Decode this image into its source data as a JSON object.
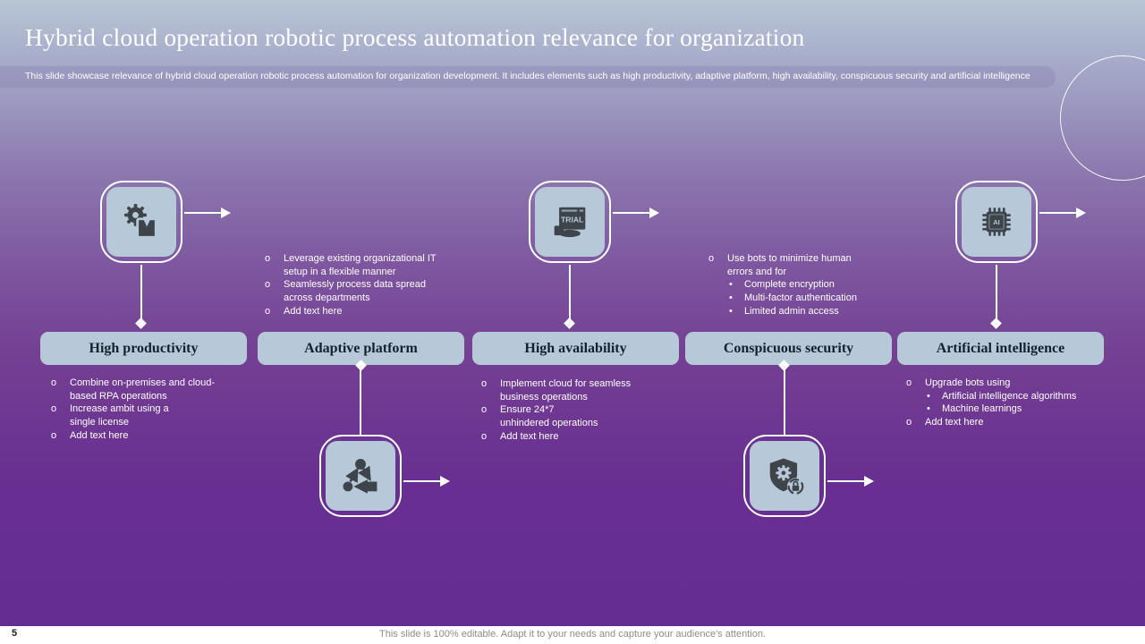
{
  "slide": {
    "title": "Hybrid cloud operation robotic process automation relevance for organization",
    "subtitle": "This slide showcase relevance of hybrid cloud operation robotic process automation for organization development. It includes elements such as high productivity, adaptive platform, high availability,  conspicuous security and artificial intelligence",
    "footer": "This slide is 100% editable.  Adapt it to your needs and capture your audience's attention.",
    "page_number": "5"
  },
  "colors": {
    "gradient_top": "#b8c6d5",
    "gradient_bottom": "#662d91",
    "tile": "#b7c9d8",
    "icon_glyph": "#3d444a",
    "label_text": "#12222e",
    "body_text": "#ffffff",
    "footer_text": "#8c8c8c"
  },
  "columns": [
    {
      "label": "High productivity",
      "icon": "gear-box-icon",
      "bullets": [
        {
          "marker": "o",
          "text": "Combine on-premises and cloud-\nbased RPA operations"
        },
        {
          "marker": "o",
          "text": "Increase ambit using a\nsingle license"
        },
        {
          "marker": "o",
          "text": "Add text here"
        }
      ]
    },
    {
      "label": "Adaptive platform",
      "icon": "cycle-nodes-icon",
      "bullets": [
        {
          "marker": "o",
          "text": "Leverage existing organizational IT\nsetup in a flexible manner"
        },
        {
          "marker": "o",
          "text": "Seamlessly process data spread\nacross departments"
        },
        {
          "marker": "o",
          "text": "Add text here"
        }
      ]
    },
    {
      "label": "High availability",
      "icon": "trial-hand-icon",
      "icon_text": "TRIAL",
      "bullets": [
        {
          "marker": "o",
          "text": "Implement cloud for seamless\nbusiness operations"
        },
        {
          "marker": "o",
          "text": "Ensure 24*7\nunhindered operations"
        },
        {
          "marker": "o",
          "text": "Add text here"
        }
      ]
    },
    {
      "label": "Conspicuous security",
      "icon": "shield-gear-lock-icon",
      "bullets": [
        {
          "marker": "o",
          "text": "Use bots to minimize human\nerrors and for",
          "subs": [
            {
              "marker": "•",
              "text": "Complete encryption"
            },
            {
              "marker": "•",
              "text": "Multi-factor authentication"
            },
            {
              "marker": "•",
              "text": "Limited admin access"
            }
          ]
        }
      ]
    },
    {
      "label": "Artificial intelligence",
      "icon": "ai-chip-icon",
      "icon_text": "AI",
      "bullets": [
        {
          "marker": "o",
          "text": "Upgrade bots using",
          "subs": [
            {
              "marker": "•",
              "text": "Artificial intelligence algorithms"
            },
            {
              "marker": "•",
              "text": "Machine learnings"
            }
          ]
        },
        {
          "marker": "o",
          "text": "Add text here"
        }
      ]
    }
  ]
}
